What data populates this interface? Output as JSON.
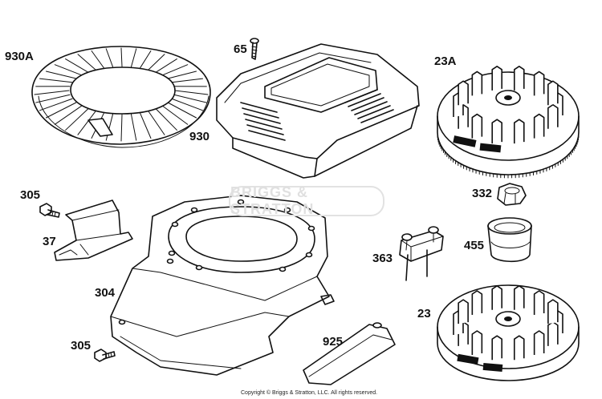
{
  "parts": [
    {
      "callout": "930A"
    },
    {
      "callout": "65"
    },
    {
      "callout": "930"
    },
    {
      "callout": "23A"
    },
    {
      "callout": "305"
    },
    {
      "callout": "37"
    },
    {
      "callout": "304"
    },
    {
      "callout": "332"
    },
    {
      "callout": "455"
    },
    {
      "callout": "363"
    },
    {
      "callout": "23"
    },
    {
      "callout": "305"
    },
    {
      "callout": "925"
    }
  ],
  "watermark": "BRIGGS & STRATTON",
  "copyright": "Copyright © Briggs & Stratton, LLC. All rights reserved."
}
